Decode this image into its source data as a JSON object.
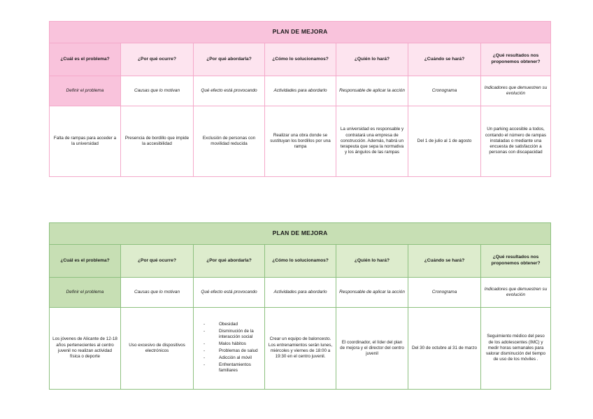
{
  "tables": [
    {
      "theme": "pink",
      "accent": "#f9c3dc",
      "border": "#f4a9ca",
      "title": "PLAN DE MEJORA",
      "headers": [
        "¿Cuál es el problema?",
        "¿Por qué ocurre?",
        "¿Por qué abordarla?",
        "¿Cómo lo solucionamos?",
        "¿Quién lo hará?",
        "¿Cuándo se hará?",
        "¿Qué resultados nos proponemos obtener?"
      ],
      "subheaders": [
        "Definir el problema",
        "Causas que lo motivan",
        "Qué efecto está provocando",
        "Actividades para abordarlo",
        "Responsable de aplicar la acción",
        "Cronograma",
        "Indicadores que demuestren su evolución"
      ],
      "body": [
        "Falta de rampas para acceder a la universidad",
        "Presencia de bordillo que impide la accesibilidad",
        "Exclusión de personas con movilidad reducida",
        "Realizar una obra donde se sustituyan los bordillos por una rampa",
        "La universidad es responsable y contratará una empresa de construcción. Además, habrá un terapeuta que sepa la normativa y los ángulos de las rampas",
        "Del 1 de julio al 1 de agosto",
        "Un parking accesible a todos, contando el número de rampas instaladas o mediante una encuesta de satisfacción a personas con discapacidad"
      ]
    },
    {
      "theme": "green",
      "accent": "#c7dfb4",
      "border": "#8dc07f",
      "title": "PLAN DE MEJORA",
      "headers": [
        "¿Cuál es el problema?",
        "¿Por qué ocurre?",
        "¿Por qué abordarla?",
        "¿Cómo lo solucionamos?",
        "¿Quién lo hará?",
        "¿Cuándo se hará?",
        "¿Qué resultados nos proponemos obtener?"
      ],
      "subheaders": [
        "Definir el problema",
        "Causas que lo motivan",
        "Qué efecto está provocando",
        "Actividades para abordarlo",
        "Responsable de aplicar la acción",
        "Cronograma",
        "Indicadores que demuestren su evolución"
      ],
      "body": [
        "Los jóvenes de Alicante de 12-18 años pertenecientes al centro juvenil no realizan actividad física o deporte",
        "Uso excesivo de dispositivos electrónicos",
        "",
        "Crear un equipo de baloncesto. Los entrenamientos serán lunes, miércoles y viernes de 18:00 a 19:30 en el centro juvenil.",
        "El coordinador, el líder del plan de mejora y el director del centro juvenil",
        "Del 30 de octubre al 31 de marzo",
        "Seguimiento médico del peso de los adolescentes (IMC) y medir horas semanales para valorar disminución del tiempo de uso de los móviles ."
      ],
      "body_list": [
        "Obesidad",
        "Disminución de la interacción social",
        "Malos hábitos",
        "Problemas de salud",
        "Adicción al móvil",
        "Enfrentamientos familiares"
      ]
    }
  ]
}
